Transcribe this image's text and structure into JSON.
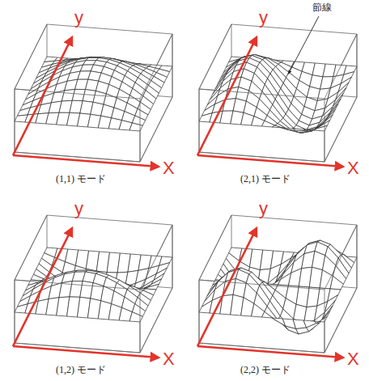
{
  "diagram": {
    "labels": [
      "y",
      "X",
      "(1,1) モード",
      "y",
      "節線",
      "X",
      "(2,1) モード",
      "y",
      "X",
      "(1,2) モード",
      "y",
      "X",
      "(2,2) モード"
    ]
  }
}
